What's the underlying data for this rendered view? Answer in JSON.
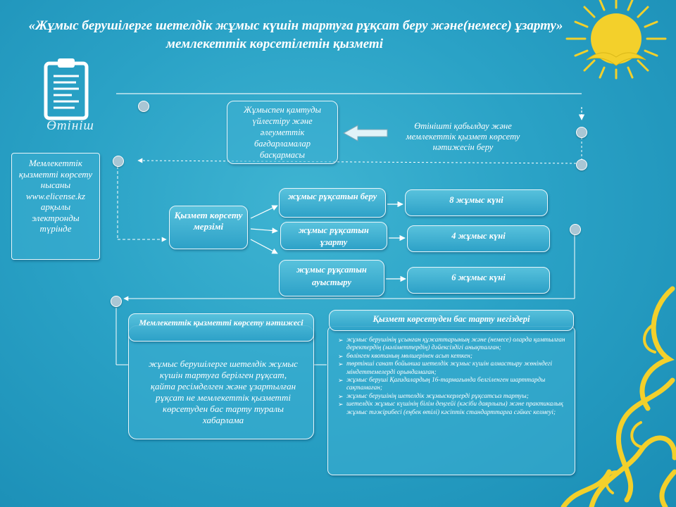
{
  "title": {
    "line1": "«Жұмыс берушілерге шетелдік жұмыс күшін тартуға рұқсат беру және(немесе) ұзарту»",
    "line2": "мемлекеттік көрсетілетін қызметі"
  },
  "application_label": "Өтініш",
  "authority_box": "Жұмыспен қамтуды үйлестіру және әлеуметтік бағдарламалар басқармасы",
  "accept_text": "Өтінішті қабылдау және мемлекеттік қызмет көрсету нәтижесін беру",
  "form_box": "Мемлекеттік қызметті көрсету нысаны www.elicense.kz арқылы электронды түрінде",
  "term_box": "Қызмет көрсету мерзімі",
  "permit_types": [
    {
      "label": "жұмыс рұқсатын беру",
      "duration": "8 жұмыс күні"
    },
    {
      "label": "жұмыс рұқсатын ұзарту",
      "duration": "4 жұмыс күні"
    },
    {
      "label": "жұмыс рұқсатын ауыстыру",
      "duration": "6 жұмыс күні"
    }
  ],
  "result": {
    "heading": "Мемлекеттік қызметті көрсету нәтижесі",
    "text": "жұмыс берушілерге шетелдік жұмыс күшін тартуға берілген рұқсат, қайта ресімделген және ұзартылған рұқсат не мемлекеттік қызметті көрсетуден бас тарту туралы хабарлама"
  },
  "refusal": {
    "heading": "Қызмет көрсетуден бас тарту негіздері",
    "items": [
      "жұмыс берушінің ұсынған құжаттарының және (немесе) оларда қамтылған деректердің (мәліметтердің) дәйексіздігі анықталған;",
      "бөлінген квотаның мөлшерінен асып кеткен;",
      "төртінші санат бойынша шетелдік жұмыс күшін алмастыру жөніндегі міндеттемелерді орындамаған;",
      "жұмыс беруші Қағидалардың 16-тармағында белгіленген шарттарды сақтамаған;",
      "жұмыс берушінің шетелдік жұмыскерлерді рұқсатсыз тартуы;",
      "шетелдік жұмыс күшінің білім деңгейі (кәсіби даярлығы) және практикалық жұмыс тәжірибесі (еңбек өтілі) кәсіптік стандарттарға сәйкес келмеуі;"
    ]
  },
  "colors": {
    "background": "#2aa2c6",
    "ornament": "#f3d02b",
    "box_border": "#e8f6fb"
  }
}
